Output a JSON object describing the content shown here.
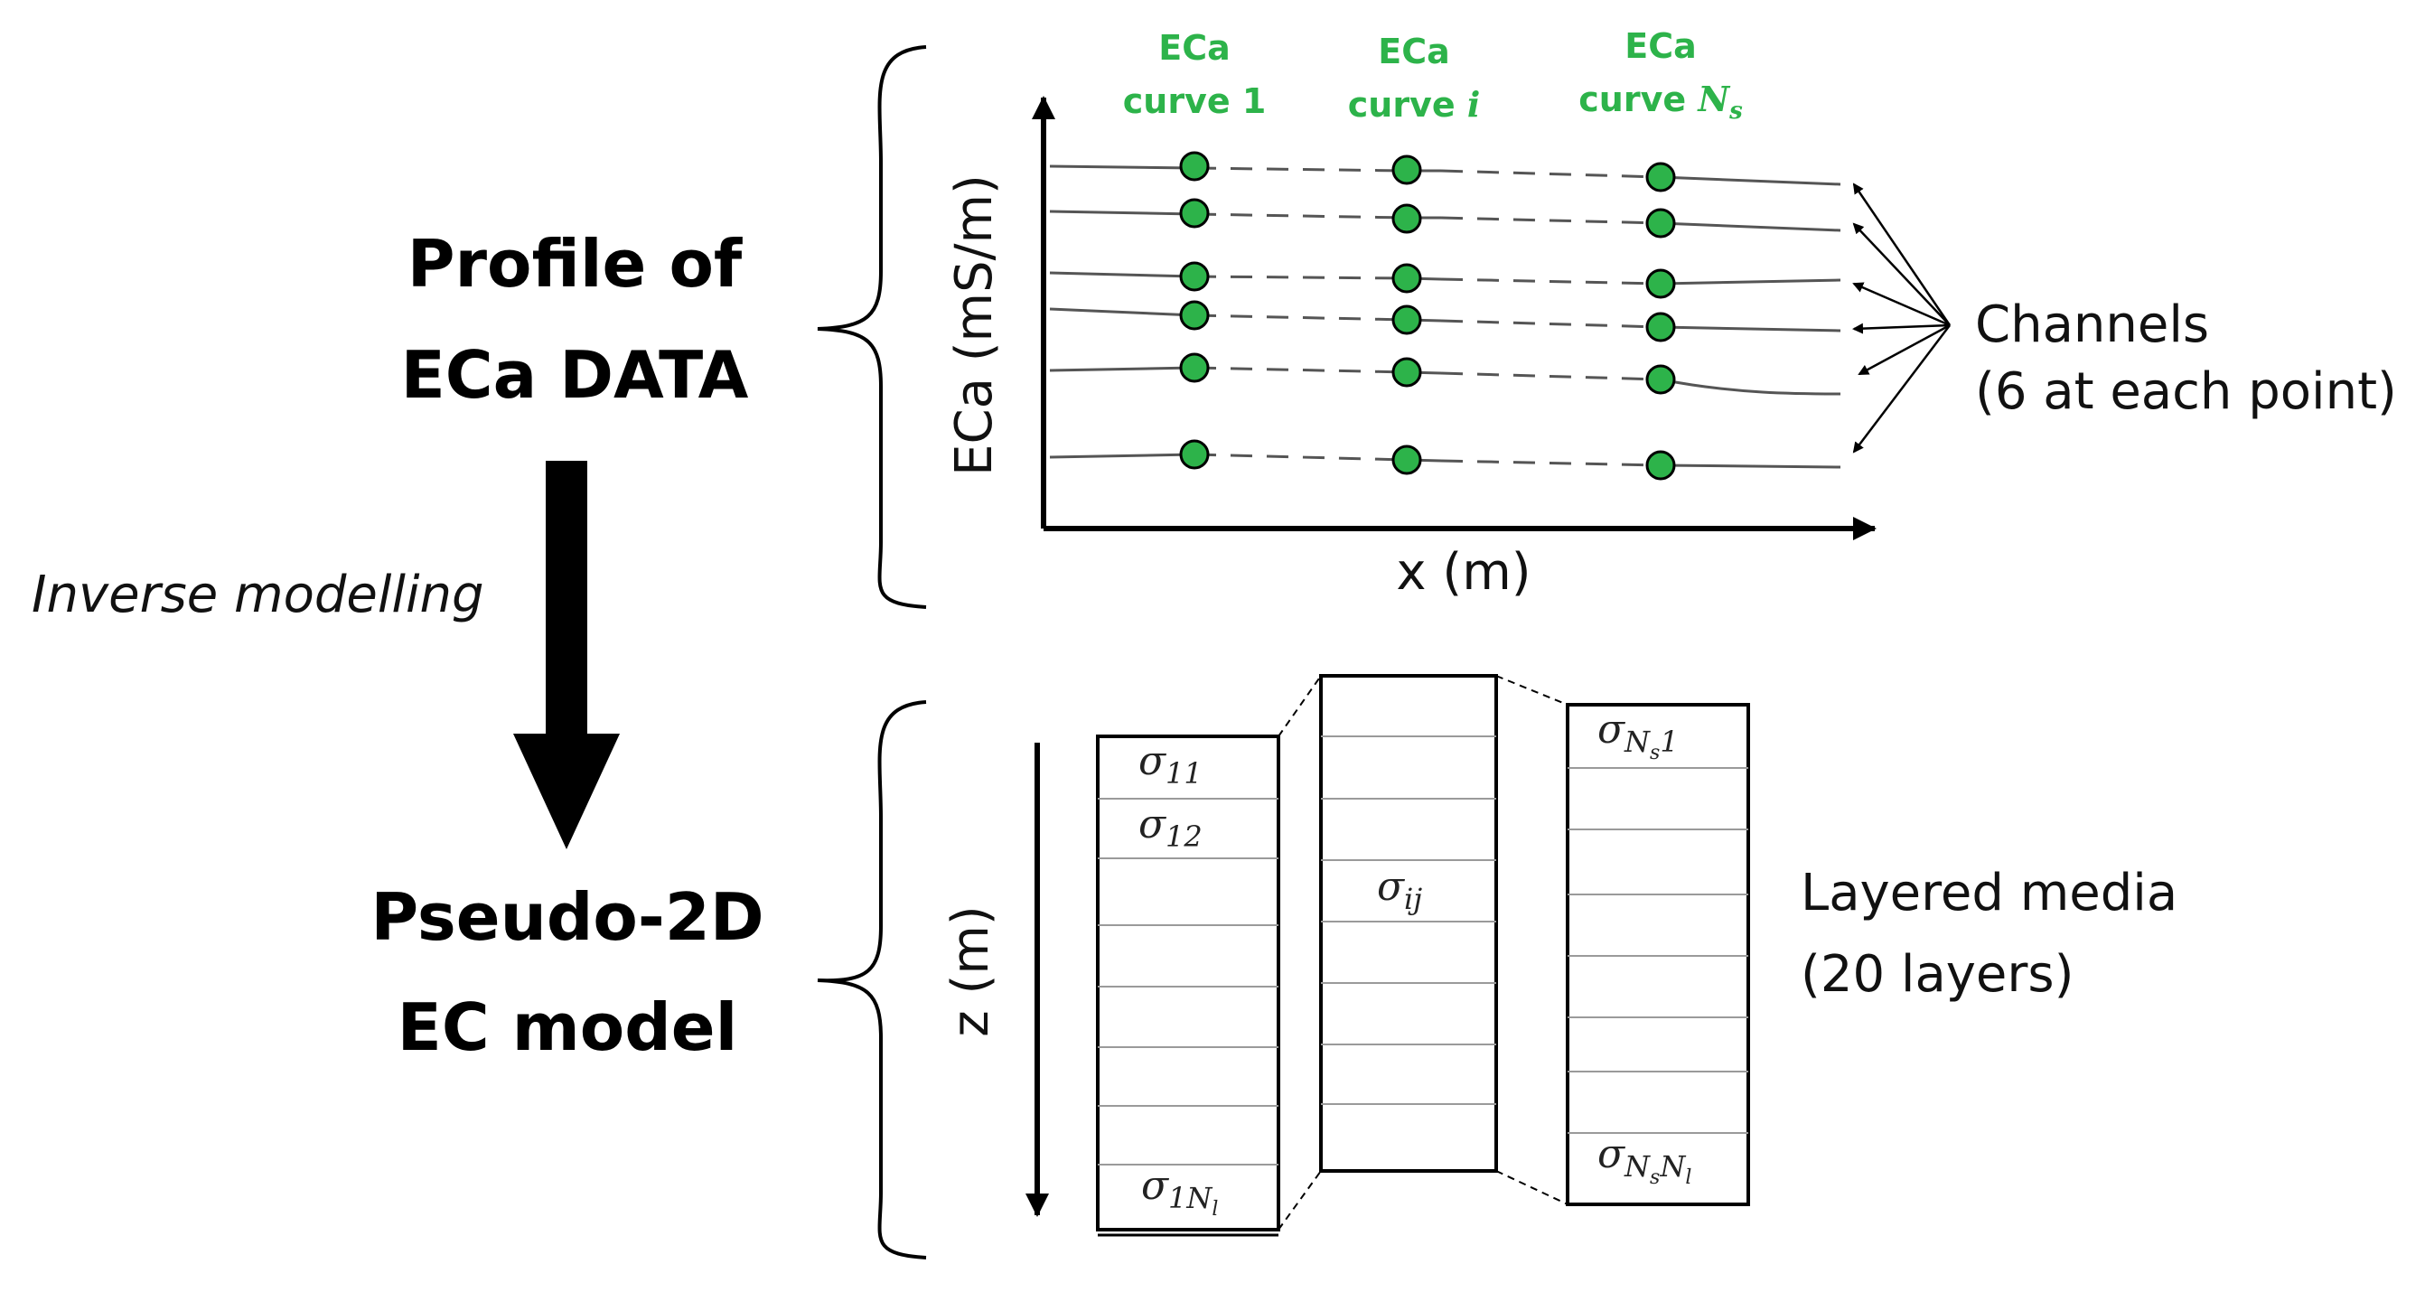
{
  "left": {
    "top_title_line1": "Profile of",
    "top_title_line2": "ECa DATA",
    "process_label": "Inverse modelling",
    "bottom_title_line1": "Pseudo-2D",
    "bottom_title_line2": "EC model"
  },
  "plot": {
    "ylabel": "ECa (mS/m)",
    "xlabel": "x (m)",
    "curve_labels": [
      {
        "line1": "ECa",
        "line2": "curve 1",
        "sub": ""
      },
      {
        "line1": "ECa",
        "line2": "curve ",
        "italic": "i",
        "sub": ""
      },
      {
        "line1": "ECa",
        "line2": "curve ",
        "italic": "N",
        "sub": "s"
      }
    ],
    "channels_label_line1": "Channels",
    "channels_label_line2": "(6 at each point)"
  },
  "model": {
    "zlabel": "z (m)",
    "layers_label_line1": "Layered media",
    "layers_label_line2": "(20 layers)",
    "sigma_symbol": "σ",
    "col1_labels": [
      {
        "sub": "11"
      },
      {
        "sub": "12"
      },
      {
        "sub": "1N",
        "subsub": "l"
      }
    ],
    "col2_labels": [
      {
        "sub": "ij"
      }
    ],
    "col3_labels": [
      {
        "sub": "N",
        "subsub": "s",
        "tail": "1"
      },
      {
        "sub": "N",
        "subsub": "s",
        "tail": "N",
        "tailsub": "l"
      }
    ]
  },
  "colors": {
    "dot_fill": "#2db34a",
    "curve_label": "#2db34a",
    "ink": "#000000",
    "line_gray": "#555555",
    "layer_gray": "#9a9a9a"
  }
}
